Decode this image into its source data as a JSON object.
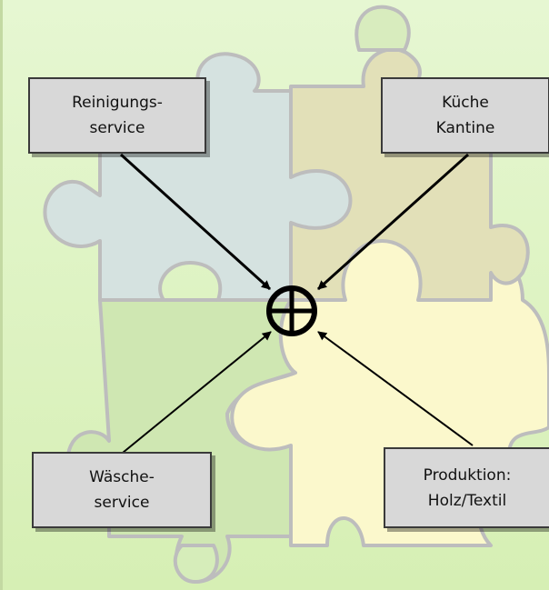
{
  "diagram": {
    "nodes": [
      {
        "id": "reinigung",
        "lines": [
          "Reinigungs-",
          "service"
        ]
      },
      {
        "id": "kueche",
        "lines": [
          "Küche",
          "Kantine"
        ]
      },
      {
        "id": "waesche",
        "lines": [
          "Wäsche-",
          "service"
        ]
      },
      {
        "id": "produktion",
        "lines": [
          "Produktion:",
          "Holz/Textil"
        ]
      }
    ],
    "center_symbol": "circled-plus-icon",
    "edges": [
      {
        "from": "reinigung",
        "to": "center"
      },
      {
        "from": "kueche",
        "to": "center"
      },
      {
        "from": "waesche",
        "to": "center"
      },
      {
        "from": "produktion",
        "to": "center"
      }
    ],
    "background_motif": "puzzle-pieces-icon",
    "colors": {
      "background": "#dcf2bd",
      "box_fill": "#d8d8d8",
      "box_border": "#3a3a3a",
      "arrow": "#000000",
      "puzzle_outline": "#bdbdbd",
      "piece_blue": "#d5e2e0",
      "piece_olive": "#e2e0b8",
      "piece_yellow": "#fbf8cc",
      "piece_green": "#cfe7b2"
    }
  }
}
